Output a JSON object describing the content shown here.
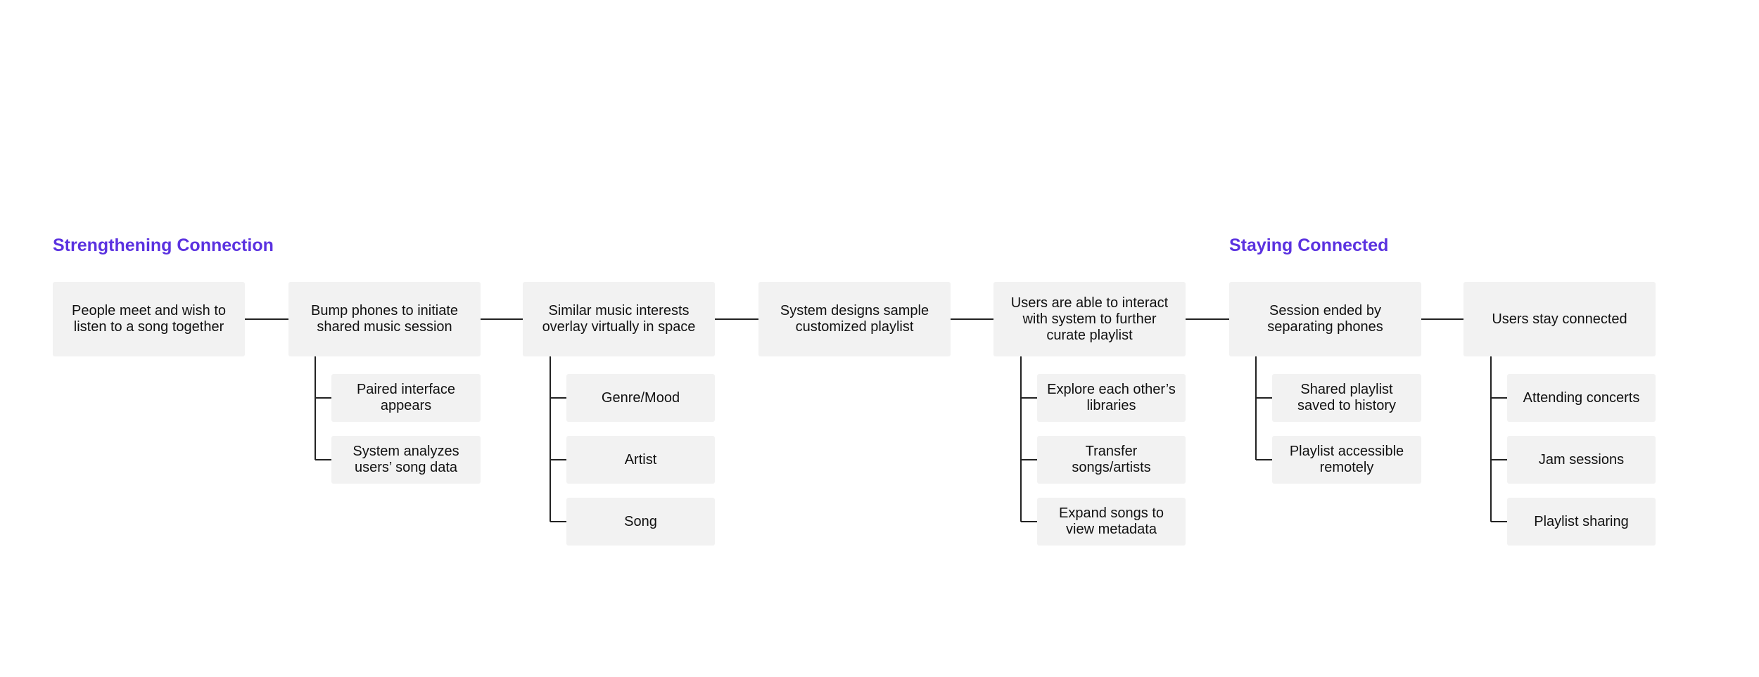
{
  "sections": [
    {
      "id": "strengthening",
      "title": "Strengthening Connection"
    },
    {
      "id": "staying",
      "title": "Staying Connected"
    }
  ],
  "steps": [
    {
      "label": "People meet and wish to listen to a song together",
      "children": []
    },
    {
      "label": "Bump phones to initiate shared music session",
      "children": [
        "Paired interface appears",
        "System analyzes users’ song data"
      ]
    },
    {
      "label": "Similar music interests overlay virtually in space",
      "children": [
        "Genre/Mood",
        "Artist",
        "Song"
      ]
    },
    {
      "label": "System designs sample customized playlist",
      "children": []
    },
    {
      "label": "Users are able to interact with system to further curate playlist",
      "children": [
        "Explore each other’s libraries",
        "Transfer songs/artists",
        "Expand songs to view metadata"
      ]
    },
    {
      "label": "Session ended by separating phones",
      "children": [
        "Shared playlist saved to history",
        "Playlist accessible remotely"
      ]
    },
    {
      "label": "Users stay connected",
      "children": [
        "Attending concerts",
        "Jam sessions",
        "Playlist sharing"
      ]
    }
  ]
}
